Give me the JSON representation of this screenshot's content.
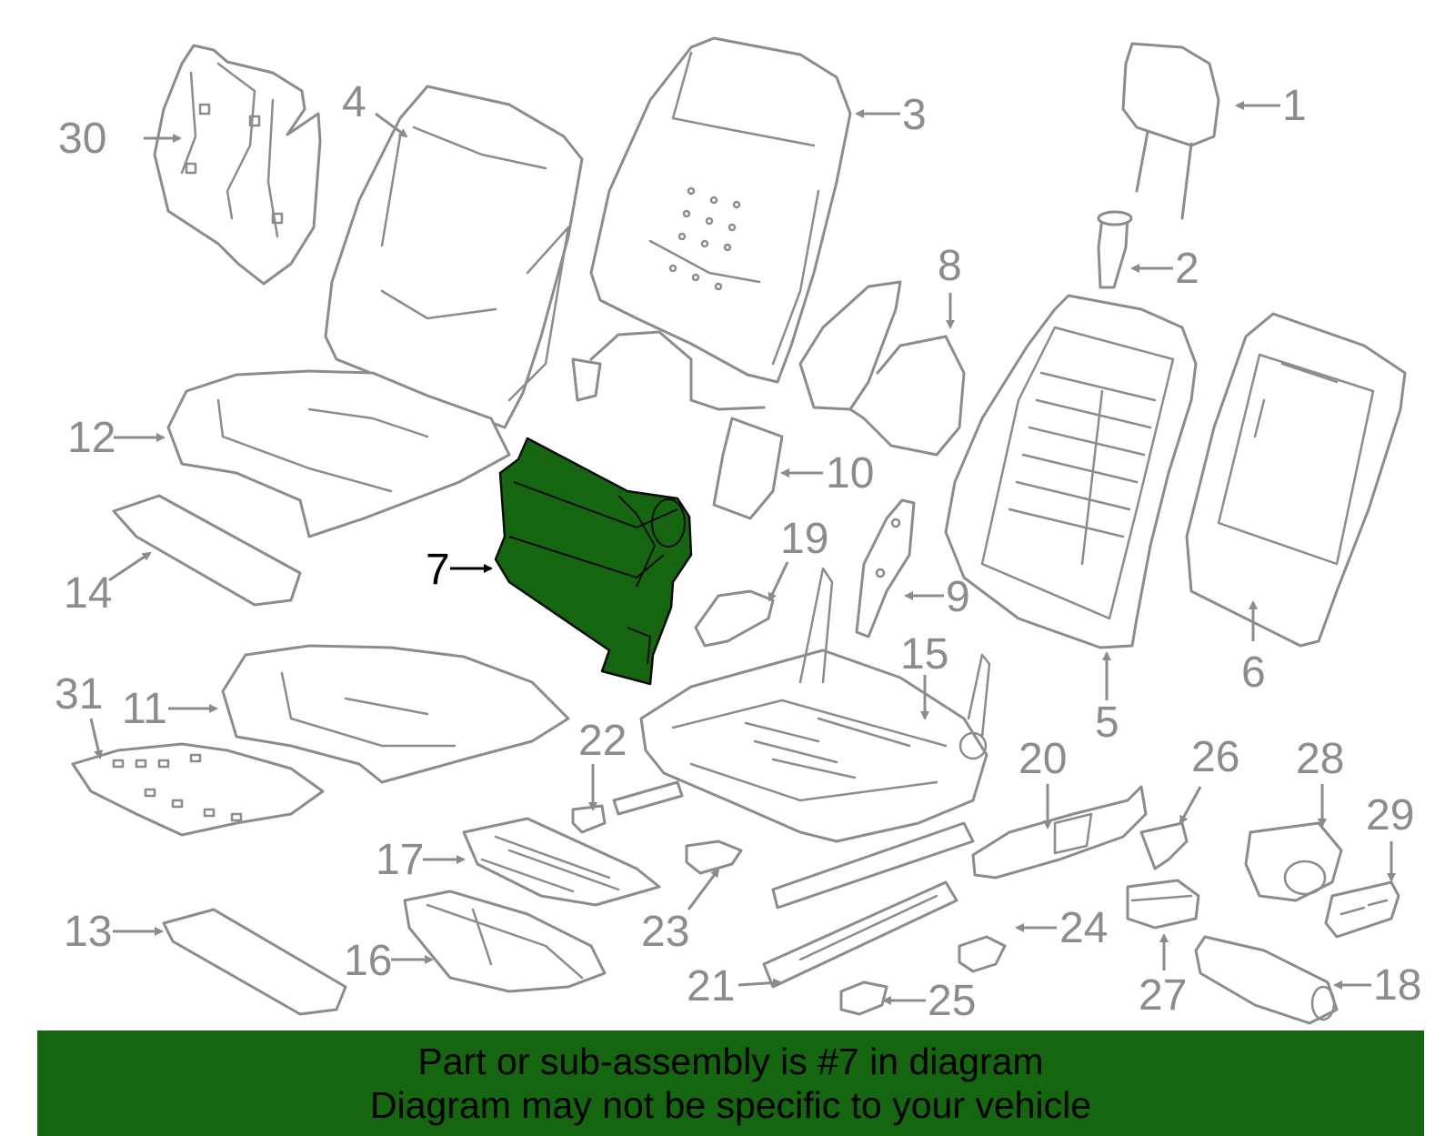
{
  "colors": {
    "highlight": "#166510",
    "outline": "#8c8c8c",
    "banner_bg": "#166510",
    "banner_text": "#000000"
  },
  "callouts": {
    "c1": "1",
    "c2": "2",
    "c3": "3",
    "c4": "4",
    "c5": "5",
    "c6": "6",
    "c7": "7",
    "c8": "8",
    "c9": "9",
    "c10": "10",
    "c11": "11",
    "c12": "12",
    "c13": "13",
    "c14": "14",
    "c15": "15",
    "c16": "16",
    "c17": "17",
    "c18": "18",
    "c19": "19",
    "c20": "20",
    "c21": "21",
    "c22": "22",
    "c23": "23",
    "c24": "24",
    "c25": "25",
    "c26": "26",
    "c27": "27",
    "c28": "28",
    "c29": "29",
    "c30": "30",
    "c31": "31"
  },
  "highlighted_part": "7",
  "banner": {
    "line1": "Part or sub-assembly is #7 in diagram",
    "line2": "Diagram may not be specific to your vehicle"
  }
}
